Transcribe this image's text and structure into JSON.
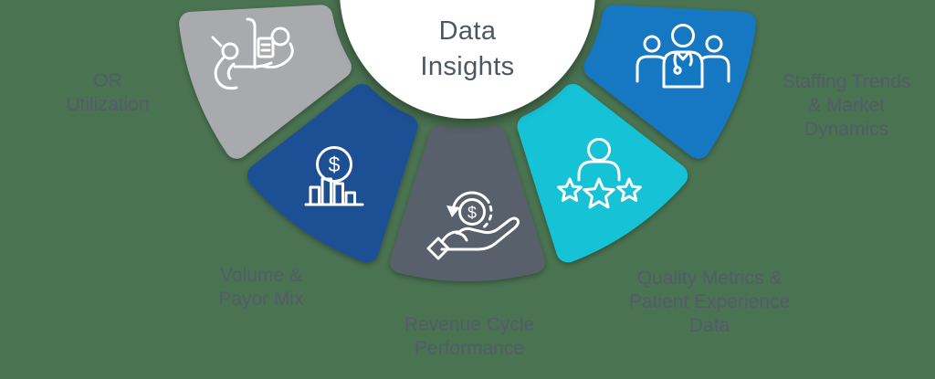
{
  "diagram_type": "fan-infographic",
  "title": {
    "lines": [
      "Data",
      "Insights"
    ]
  },
  "glyphs": {
    "dollar": "$"
  },
  "colors": {
    "background": "#4A7351",
    "center_circle": "#FFFFFF",
    "title_text": "#4D5665",
    "label_text": "#545C6C",
    "icon_stroke": "#FFFFFF"
  },
  "segments": [
    {
      "id": "or-utilization",
      "label": [
        "OR",
        "Utilization"
      ],
      "color": "#A8AAAD",
      "icon": "surgery-patient-icon"
    },
    {
      "id": "volume-payor-mix",
      "label": [
        "Volume &",
        "Payor Mix"
      ],
      "color": "#1B4F93",
      "icon": "dollar-bar-chart-icon"
    },
    {
      "id": "revenue-cycle-performance",
      "label": [
        "Revenue Cycle",
        "Performance"
      ],
      "color": "#59616C",
      "icon": "hand-dollar-refresh-icon"
    },
    {
      "id": "quality-metrics-patient-experience",
      "label": [
        "Quality Metrics &",
        "Patient Experience",
        "Data"
      ],
      "color": "#17C2D6",
      "icon": "person-three-stars-icon"
    },
    {
      "id": "staffing-trends-market-dynamics",
      "label": [
        "Staffing Trends",
        "& Market",
        "Dynamics"
      ],
      "color": "#1378C2",
      "icon": "medical-team-icon"
    }
  ]
}
